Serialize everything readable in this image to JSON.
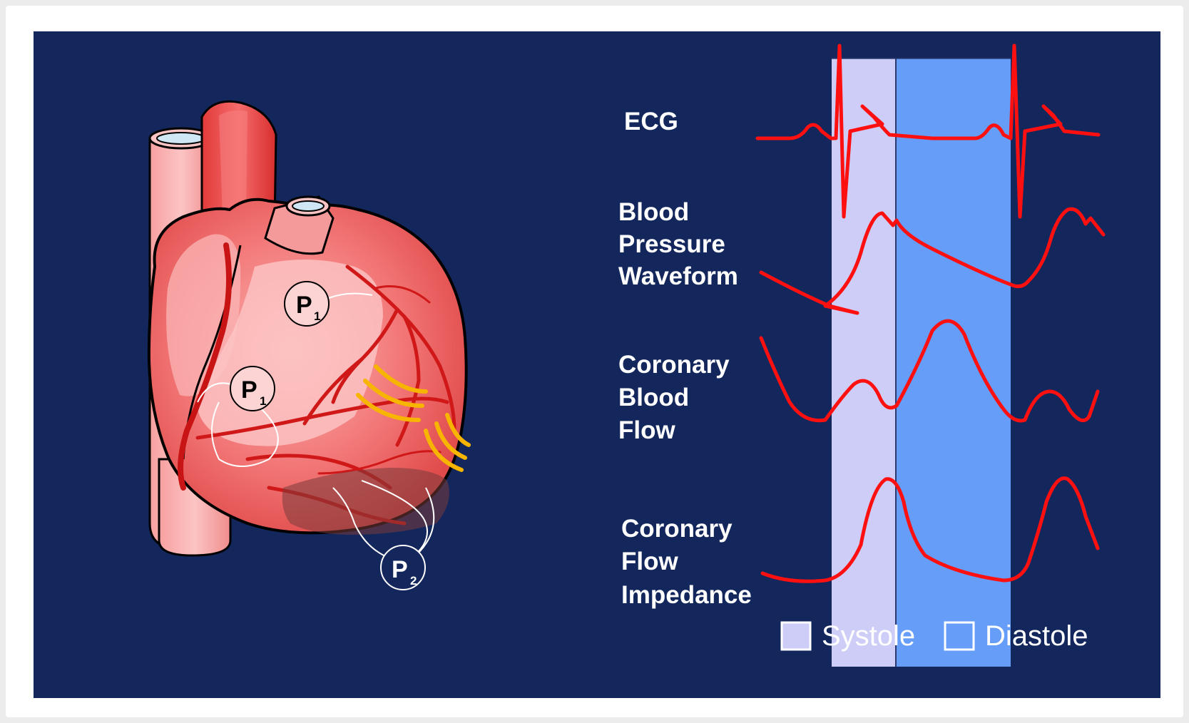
{
  "labels": {
    "ecg": "ECG",
    "blood_pressure": [
      "Blood",
      "Pressure",
      "Waveform"
    ],
    "coronary_blood_flow": [
      "Coronary",
      "Blood",
      "Flow"
    ],
    "coronary_flow_impedance": [
      "Coronary",
      "Flow",
      "Impedance"
    ]
  },
  "legend": {
    "systole": "Systole",
    "diastole": "Diastole"
  },
  "probes": {
    "p1_letter": "P",
    "p1_sub": "1",
    "p2_letter": "P",
    "p2_sub": "2"
  },
  "colors": {
    "background": "#13275c",
    "systole": "#cdcdf7",
    "diastole": "#669df8",
    "trace": "#ff1010",
    "heart": "#f06a6a",
    "sound_waves": "#f7b500"
  }
}
